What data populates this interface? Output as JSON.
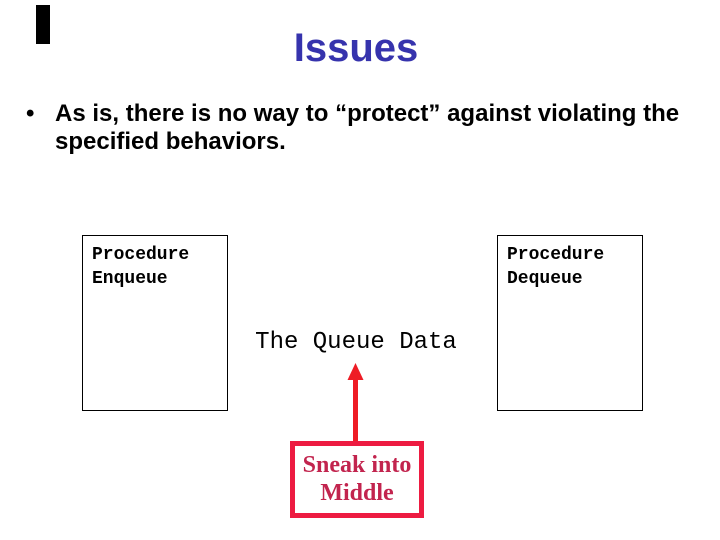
{
  "slide": {
    "title": "Issues",
    "title_color": "#3633AD",
    "bullet": {
      "marker": "•",
      "text": "As is, there is no way to “protect” against violating the specified behaviors."
    },
    "enqueue_box": {
      "line1": "Procedure",
      "line2": "Enqueue"
    },
    "dequeue_box": {
      "line1": "Procedure",
      "line2": "Dequeue"
    },
    "queue_label": "The Queue Data",
    "arrow": {
      "name": "arrow-up",
      "color": "#EE1C25"
    },
    "callout": {
      "line1": "Sneak into",
      "line2": "Middle",
      "border_color": "#ED1B41",
      "text_color": "#C2244E"
    },
    "decoration": {
      "corner_tab_color": "#000000"
    }
  }
}
